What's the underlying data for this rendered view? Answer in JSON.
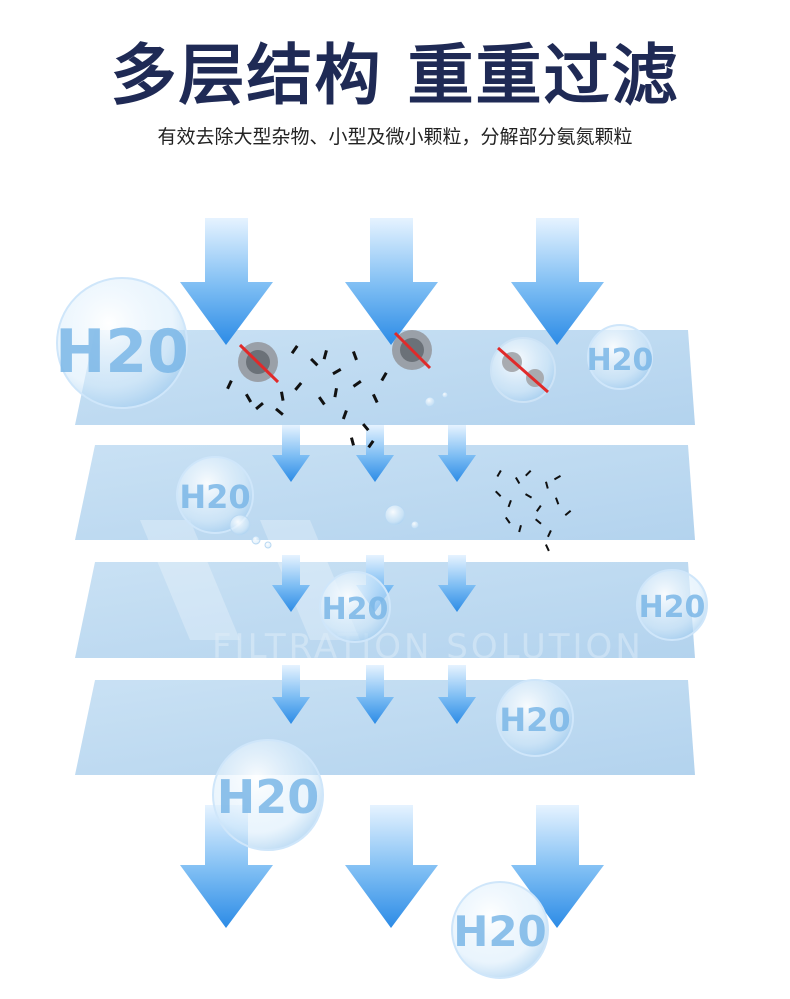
{
  "header": {
    "title": "多层结构 重重过滤",
    "subtitle": "有效去除大型杂物、小型及微小颗粒，分解部分氨氮颗粒"
  },
  "bubbles": {
    "label": "H20"
  },
  "watermark": {
    "subtitle": "FILTRATION SOLUTION"
  },
  "colors": {
    "title": "#1f2a55",
    "layer": "#bfd9f0",
    "arrow_top": "#dff0ff",
    "arrow_bottom": "#2f8ee6"
  }
}
